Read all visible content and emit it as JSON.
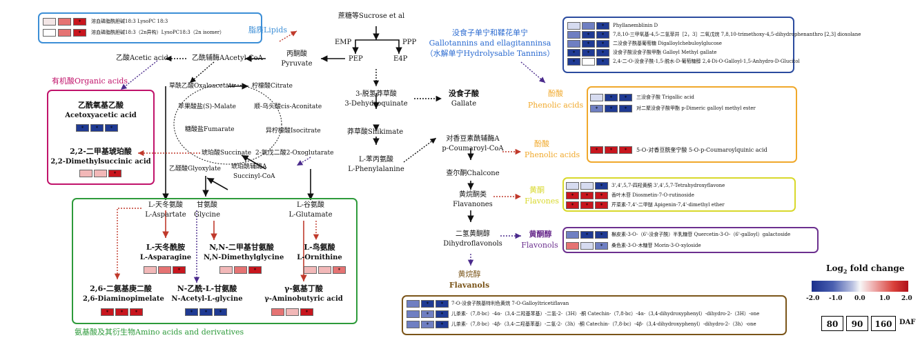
{
  "colors": {
    "lipids": "#3b8ed6",
    "organic_acids": "#c0126a",
    "amino_acids": "#2d9a3a",
    "gallotannins": "#2a4a9e",
    "phenolic_acids": "#f0a82a",
    "flavones": "#d8d82a",
    "flavonols": "#6b2f8e",
    "flavanols": "#7a5418",
    "heat_neg": "#1a2f8c",
    "heat_pos": "#c8161e"
  },
  "center": {
    "sucrose": "蔗糖等Sucrose et al",
    "emp": "EMP",
    "ppp": "PPP",
    "pep": "PEP",
    "e4p": "E4P",
    "pyruvate_cn": "丙酮酸",
    "pyruvate_en": "Pyruvate",
    "acetyl_coa": "乙酰辅酶AAcetyl CoA",
    "acetic_acid": "乙酸Acetic acid",
    "oxaloacetate": "草酰乙酸Oxaloacetate",
    "citrate": "柠檬酸Citrate",
    "malate": "苹果酸盐(S)-Malate",
    "cis_aconitate": "顺-乌头酸cis-Aconitate",
    "fumarate": "糖酸盐Fumarate",
    "isocitrate": "异柠檬酸Isocitrate",
    "succinate": "琥珀酸Succinate",
    "oxoglutarate": "2-氧戊二酸2-Oxoglutarate",
    "glyoxylate": "乙醛酸Glyoxylate",
    "succinyl_coa_cn": "琥珀酰辅酶A",
    "succinyl_coa_en": "Succinyl-CoA",
    "dehydroquinate_cn": "3-脱氢莽草酸",
    "dehydroquinate_en": "3-Dehydroquinate",
    "shikimate": "莽草酸Shikimate",
    "phe_cn": "L-苯丙氨酸",
    "phe_en": "L-Phenylalanine",
    "gallate_cn": "没食子酸",
    "gallate_en": "Gallate",
    "coumaroyl_cn": "对香豆素酰辅酶A",
    "coumaroyl_en": "p-Coumaroyl-CoA",
    "chalcone": "查尔酮Chalcone",
    "flavanones_cn": "黄烷酮类",
    "flavanones_en": "Flavanones",
    "dihydro_cn": "二氢黄酮醇",
    "dihydro_en": "Dihydroflavonols"
  },
  "lipids": {
    "title": "脂质Lipids",
    "rows": [
      {
        "label": "溶血磷脂酰胆碱18:3 LysoPC 18:3",
        "cells": [
          "",
          "pos2",
          "pos3*"
        ]
      },
      {
        "label": "溶血磷脂酰胆碱18:3（2n异构）LysoPC18:3（2n isomer）",
        "cells": [
          "white",
          "pos2",
          "pos3*"
        ]
      }
    ]
  },
  "organic": {
    "title": "有机酸Organic acids",
    "a1_cn": "乙酰氧基乙酸",
    "a1_en": "Acetoxyacetic acid",
    "a1_cells": [
      "neg3*",
      "neg3*",
      "neg3*"
    ],
    "a2_cn": "2,2-二甲基琥珀酸",
    "a2_en": "2,2-Dimethylsuccinic acid",
    "a2_cells": [
      "pos1",
      "pos1",
      "pos3*"
    ]
  },
  "amino": {
    "title": "氨基酸及其衍生物Amino acids and derivatives",
    "asp_cn": "L-天冬氨酸",
    "asp_en": "L-Aspartate",
    "gly_cn": "甘氨酸",
    "gly_en": "Glycine",
    "glu_cn": "L-谷氨酸",
    "glu_en": "L-Glutamate",
    "asn_cn": "L-天冬酰胺",
    "asn_en": "L-Asparagine",
    "asn_cells": [
      "pos1",
      "pos2",
      "pos3*"
    ],
    "dmg_cn": "N,N-二甲基甘氨酸",
    "dmg_en": "N,N-Dimethylglycine",
    "dmg_cells": [
      "pos1",
      "pos2",
      "pos3*"
    ],
    "orn_cn": "L-鸟氨酸",
    "orn_en": "L-Ornithine",
    "orn_cells": [
      "pos1",
      "pos1",
      "pos2*"
    ],
    "dap_cn": "2,6-二氨基庚二酸",
    "dap_en": "2,6-Diaminopimelate",
    "dap_cells": [
      "pos3*",
      "pos3*",
      "pos3*"
    ],
    "nag_cn": "N-乙酰-L-甘氨酸",
    "nag_en": "N-Acetyl-L-glycine",
    "nag_cells": [
      "neg3*",
      "neg3*",
      "neg3*"
    ],
    "gaba_cn": "γ-氨基丁酸",
    "gaba_en": "γ-Aminobutyric acid",
    "gaba_cells": [
      "pos2",
      "pos1",
      "pos3*"
    ]
  },
  "gallotannins": {
    "title_cn": "没食子单宁和鞣花单宁",
    "title_en": "Gallotannins and ellagitanninsa",
    "subtitle": "（水解单宁Hydrolysable Tannins）",
    "rows": [
      {
        "label": "Phyllanemblinin D",
        "cells": [
          "neg1",
          "neg2",
          "neg3*"
        ]
      },
      {
        "label": "7,8,10-三甲氧基-4,5-二氢菲并［2，3］二氧戊烷 7,8,10-trimethoxy-4,5-dihydrophenanthro [2,3] dioxolane",
        "cells": [
          "neg2",
          "neg3*",
          "neg3*"
        ]
      },
      {
        "label": "二没食子酰基葡萄糖 Digalloylchebuloylglucose",
        "cells": [
          "neg2",
          "neg3*",
          "neg3*"
        ]
      },
      {
        "label": "没食子酸没食子酸甲酯 Galloyl Methyl gallate",
        "cells": [
          "neg3*",
          "neg3*",
          "neg3*"
        ]
      },
      {
        "label": "2,4-二-O-没食子酰-1,5-脱水-D-葡萄糖醇 2,4-Di-O-Galloyl-1,5-Anhydro-D-Glucitol",
        "cells": [
          "neg3*",
          "white",
          "neg3*"
        ]
      }
    ]
  },
  "phenolic1": {
    "title_cn": "酚酸",
    "title_en": "Phenolic acids",
    "rows": [
      {
        "label": "三没食子酸 Trigallic acid",
        "cells": [
          "neg1",
          "neg3*",
          "neg3*"
        ]
      },
      {
        "label": "对二聚没食子酸甲酯 p-Dimeric galloyl methyl ester",
        "cells": [
          "neg2*",
          "neg3*",
          "neg3*"
        ]
      },
      {
        "label": "5-O-对香豆酰奎宁酸 5-O-p-Coumaroylquinic acid",
        "cells": [
          "pos3*",
          "pos3*",
          "pos3*"
        ]
      }
    ]
  },
  "phenolic2": {
    "title_cn": "酚酸",
    "title_en": "Phenolic acids"
  },
  "flavones": {
    "title_cn": "黄酮",
    "title_en": "Flavones",
    "rows": [
      {
        "label": "3',4',5,7-四羟黄酮 3',4',5,7-Tetrahydroxyflavone",
        "cells": [
          "neg1",
          "neg1",
          "neg3*"
        ]
      },
      {
        "label": "香叶木苷 Diosmetin-7-O-rutinoside",
        "cells": [
          "pos3*",
          "pos3*",
          "pos3*"
        ]
      },
      {
        "label": "芹菜素-7,4'-二甲醚 Apigenin-7,4'-dimethyl ether",
        "cells": [
          "pos3*",
          "pos3*",
          "pos3*"
        ]
      }
    ]
  },
  "flavonols": {
    "title_cn": "黄酮醇",
    "title_en": "Flavonols",
    "rows": [
      {
        "label": "槲皮素-3-O-（6'-没食子酰）半乳糖苷 Quercetin-3-O-（6'-galloyl）galactoside",
        "cells": [
          "neg2",
          "neg3*",
          "neg3*"
        ]
      },
      {
        "label": "桑色素-3-O-木糖苷 Morin-3-O-xyloside",
        "cells": [
          "pos2",
          "neg1",
          "neg2*"
        ]
      }
    ]
  },
  "flavanols": {
    "title_cn": "黄烷醇",
    "title_en": "Flavanols",
    "rows": [
      {
        "label": "7-O-没食子酰基特利色黄烷 7-O-Galloyltricetiflavan",
        "cells": [
          "neg2",
          "neg3*",
          "neg3*"
        ]
      },
      {
        "label": "儿茶素-（7,8-bc）-4α-（3,4-二羟基苯基）-二氢-2-（3H）-酮 Catechin-（7,8-bc）-4α-（3,4-dihydroxyphenyl）-dihydro-2-（3H）-one",
        "cells": [
          "neg2",
          "neg2*",
          "neg3*"
        ]
      },
      {
        "label": "儿茶素-（7,8-bc）-4β-（3,4-二羟基苯基）-二氢-2-（3h）-酮 Catechin-（7,8-bc）-4β-（3,4-dihydroxyphenyl）-dihydro-2-（3h）-one",
        "cells": [
          "neg2",
          "neg2*",
          "neg3*"
        ]
      }
    ]
  },
  "legend": {
    "title": "Log",
    "title_sub": "2",
    "title_rest": " fold change",
    "ticks": [
      "-2.0",
      "-1.0",
      "0.0",
      "1.0",
      "2.0"
    ],
    "daf": [
      "80",
      "90",
      "160"
    ],
    "daf_label": "DAF"
  }
}
